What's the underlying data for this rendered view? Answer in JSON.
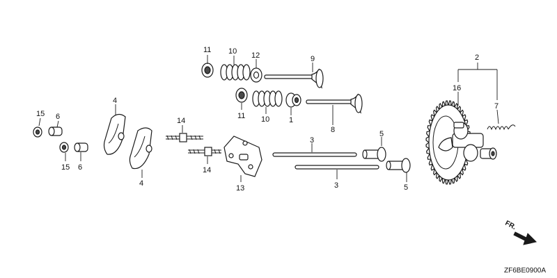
{
  "callouts": {
    "c1": "1",
    "c2": "2",
    "c3a": "3",
    "c3b": "3",
    "c4a": "4",
    "c4b": "4",
    "c5a": "5",
    "c5b": "5",
    "c6a": "6",
    "c6b": "6",
    "c7": "7",
    "c8": "8",
    "c9": "9",
    "c10a": "10",
    "c10b": "10",
    "c11a": "11",
    "c11b": "11",
    "c12": "12",
    "c13": "13",
    "c14a": "14",
    "c14b": "14",
    "c15a": "15",
    "c15b": "15",
    "c16": "16"
  },
  "front_label": "FR.",
  "diagram_code": "ZF6BE0900A",
  "colors": {
    "ink": "#1a1a1a",
    "shade": "#4a4a4a",
    "background": "#ffffff"
  }
}
